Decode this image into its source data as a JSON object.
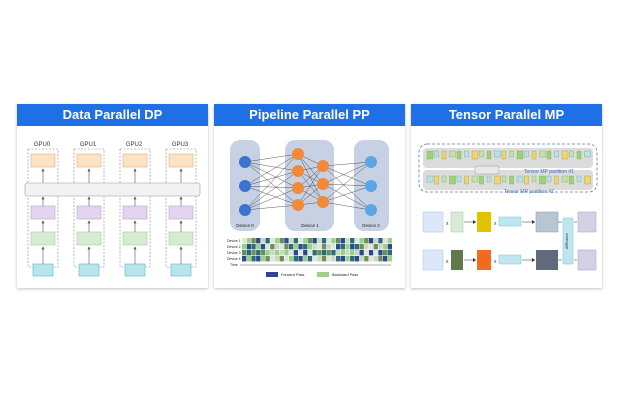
{
  "panels": [
    {
      "title": "Data Parallel DP",
      "gpus": [
        "GPU0",
        "GPU1",
        "GPU2",
        "GPU3"
      ]
    },
    {
      "title": "Pipeline Parallel PP",
      "devices": [
        "Device 0",
        "Device 1",
        "Device 2"
      ],
      "timeline_rows": [
        "Device 1",
        "Device 2",
        "Device 3",
        "Device 4"
      ],
      "timeline_axis": "Time",
      "legend": [
        "Forward Pass",
        "Backward Pass"
      ]
    },
    {
      "title": "Tensor Parallel MP",
      "partitions": [
        "Tensor MP partition #1",
        "Tensor MP partition #2"
      ],
      "operators": [
        "x",
        "x",
        "x",
        "x"
      ],
      "allreduce_label": "AllReduce"
    }
  ],
  "colors": {
    "header": "#1f6fe6",
    "dp_top": "#fde2c4",
    "dp_mid": "#e3d5ee",
    "dp_low": "#d6ecd2",
    "dp_input": "#b6e6ec",
    "pp_orange": "#f28a3a",
    "pp_blue": "#3a74d0",
    "pp_lightblue": "#5aa6e6",
    "forward": "#2b4a8a",
    "backward": "#9ccf8a"
  }
}
